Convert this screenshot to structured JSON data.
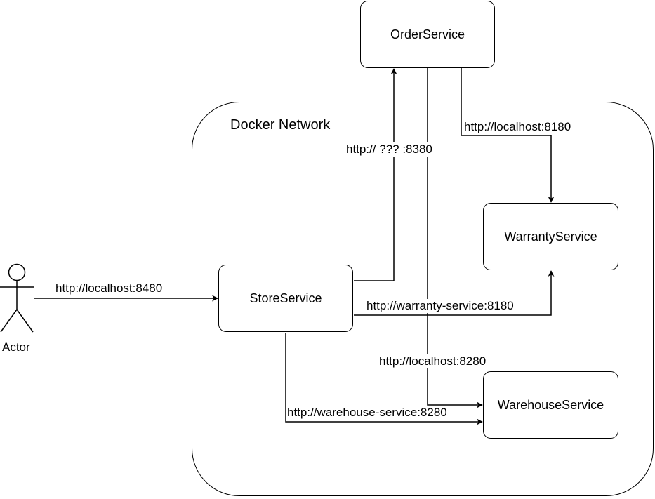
{
  "group": {
    "title": "Docker Network"
  },
  "actor": {
    "label": "Actor"
  },
  "nodes": {
    "order": "OrderService",
    "store": "StoreService",
    "warranty": "WarrantyService",
    "warehouse": "WarehouseService"
  },
  "edges": {
    "actor_to_store": "http://localhost:8480",
    "store_to_order": "http:// ??? :8380",
    "order_to_warranty": "http://localhost:8180",
    "store_to_warranty": "http://warranty-service:8180",
    "order_to_warehouse": "http://localhost:8280",
    "store_to_warehouse": "http://warehouse-service:8280"
  }
}
